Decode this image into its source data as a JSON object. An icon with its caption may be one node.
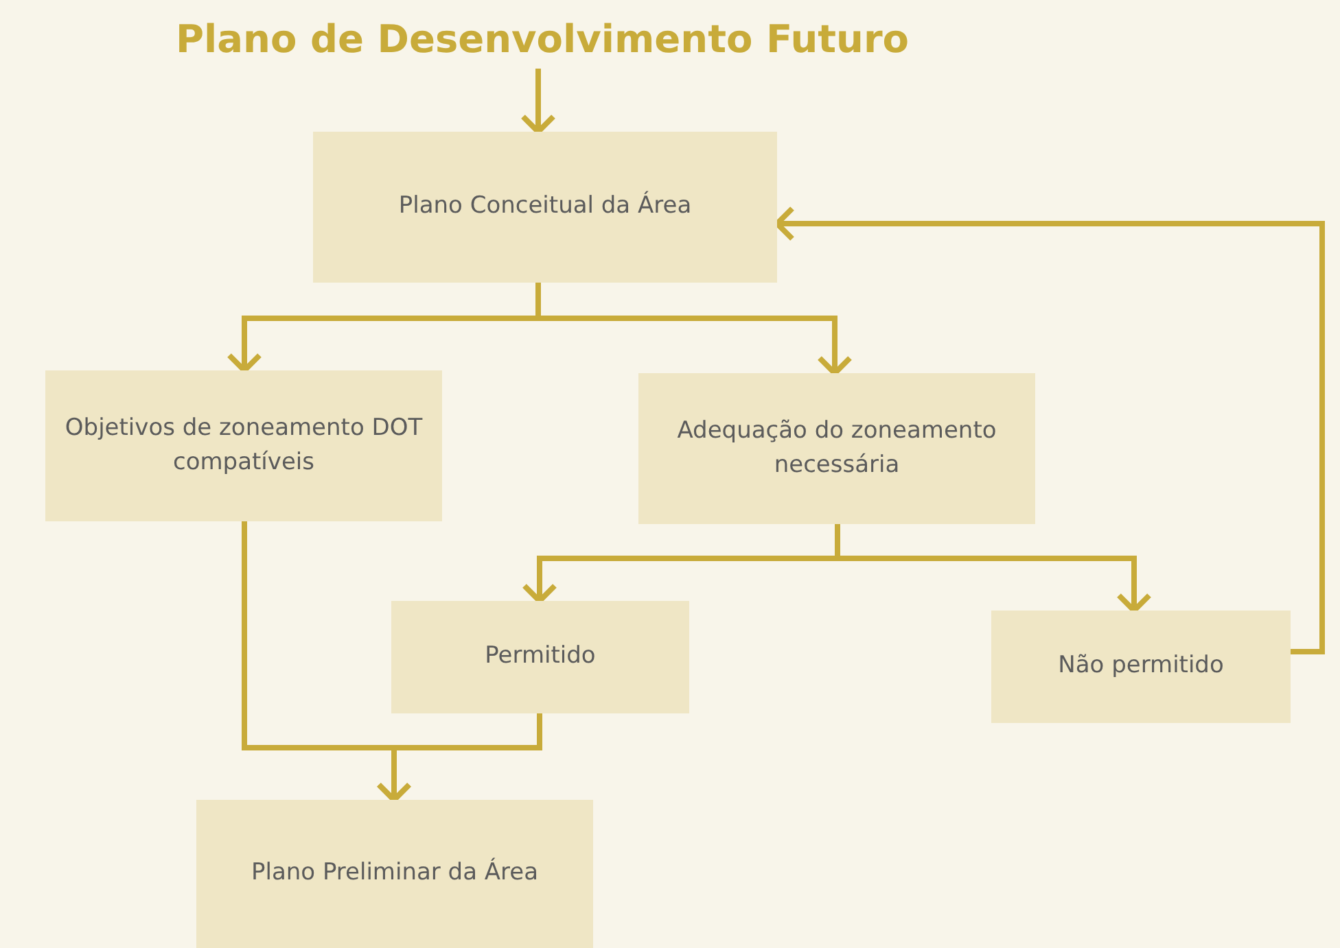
{
  "diagram": {
    "nodes": [
      {
        "text": [
          "Plano de Desenvolvimento Futuro"
        ]
      },
      {
        "text": [
          "Plano Conceitual da Área"
        ]
      },
      {
        "text": [
          "Objetivos de zoneamento DOT compatíveis"
        ]
      },
      {
        "text": [
          "Adequação do zoneamento necessária"
        ]
      },
      {
        "text": [
          "Permitido"
        ]
      },
      {
        "text": [
          "Não permitido"
        ]
      },
      {
        "text": [
          "Plano Preliminar da Área"
        ]
      }
    ],
    "edges": [
      {
        "from": 0,
        "to": 1,
        "arrow": "to"
      },
      {
        "from": 1,
        "to": 2,
        "arrow": "to"
      },
      {
        "from": 1,
        "to": 3,
        "arrow": "to"
      },
      {
        "from": 3,
        "to": 4,
        "arrow": "to"
      },
      {
        "from": 3,
        "to": 5,
        "arrow": "to"
      },
      {
        "from": 5,
        "to": 1,
        "arrow": "to"
      },
      {
        "from": 2,
        "to": 6,
        "arrow": "to"
      },
      {
        "from": 4,
        "to": 6,
        "arrow": "to"
      }
    ]
  }
}
